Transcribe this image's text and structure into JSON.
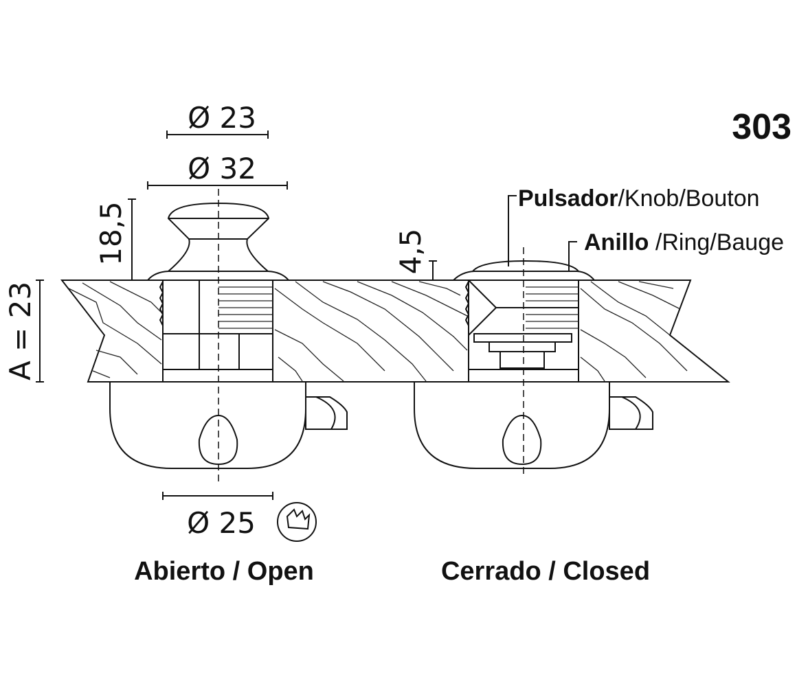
{
  "model_number": "303",
  "dimensions": {
    "d_knob": "Ø 23",
    "d_ring": "Ø 32",
    "knob_height": "18,5",
    "ring_height": "4,5",
    "thickness": "A = 23",
    "d_body": "Ø 25"
  },
  "callouts": {
    "knob_bold": "Pulsador",
    "knob_rest": "/Knob/Bouton",
    "ring_bold": "Anillo",
    "ring_rest": " /Ring/Bauge"
  },
  "states": {
    "open": "Abierto / Open",
    "closed": "Cerrado / Closed"
  },
  "icons": [
    "key-icon"
  ]
}
